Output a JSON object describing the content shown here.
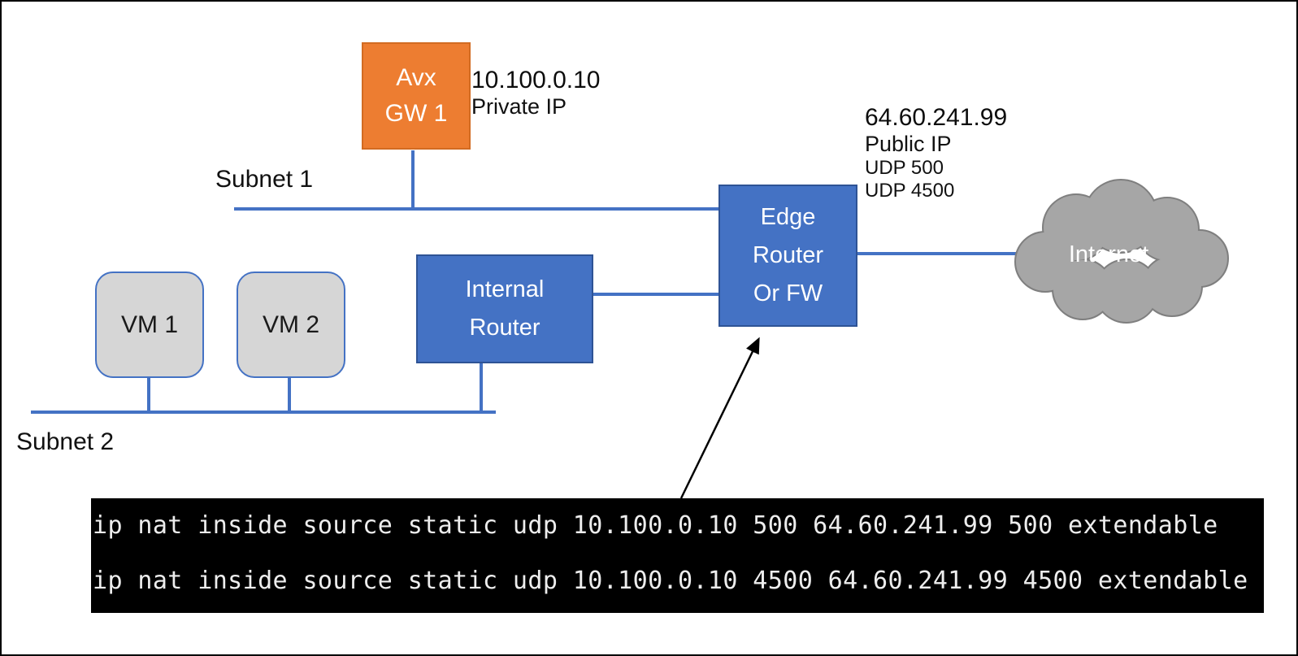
{
  "canvas": {
    "background": "#ffffff",
    "border_color": "#000000"
  },
  "nodes": {
    "avx_gw": {
      "lines": [
        "Avx",
        "GW 1"
      ],
      "fill": "#ED7D31"
    },
    "edge_router": {
      "lines": [
        "Edge",
        "Router",
        "Or FW"
      ],
      "fill": "#4472C4"
    },
    "internal_router": {
      "lines": [
        "Internal",
        "Router"
      ],
      "fill": "#4472C4"
    },
    "vm1": {
      "label": "VM 1",
      "fill": "#D6D6D6"
    },
    "vm2": {
      "label": "VM 2",
      "fill": "#D6D6D6"
    },
    "internet": {
      "label": "Internet",
      "fill": "#A6A6A6"
    }
  },
  "labels": {
    "subnet1": "Subnet 1",
    "subnet2": "Subnet 2",
    "private_ip_value": "10.100.0.10",
    "private_ip_caption": "Private IP",
    "public_ip_value": "64.60.241.99",
    "public_ip_caption": "Public IP",
    "udp_port_1": "UDP 500",
    "udp_port_2": "UDP 4500"
  },
  "terminal": {
    "background": "#000000",
    "text_color": "#EDEDED",
    "line1": "ip nat inside source static udp 10.100.0.10 500 64.60.241.99 500 extendable",
    "line2": "ip nat inside source static udp 10.100.0.10 4500 64.60.241.99 4500 extendable"
  },
  "colors": {
    "connector_blue": "#4472C4",
    "node_border_blue": "#2E5395",
    "orange_node": "#ED7D31",
    "orange_border": "#D26B22",
    "vm_fill": "#D6D6D6",
    "cloud_fill": "#A6A6A6",
    "cloud_stroke": "#7F7F7F",
    "arrow": "#000000"
  }
}
